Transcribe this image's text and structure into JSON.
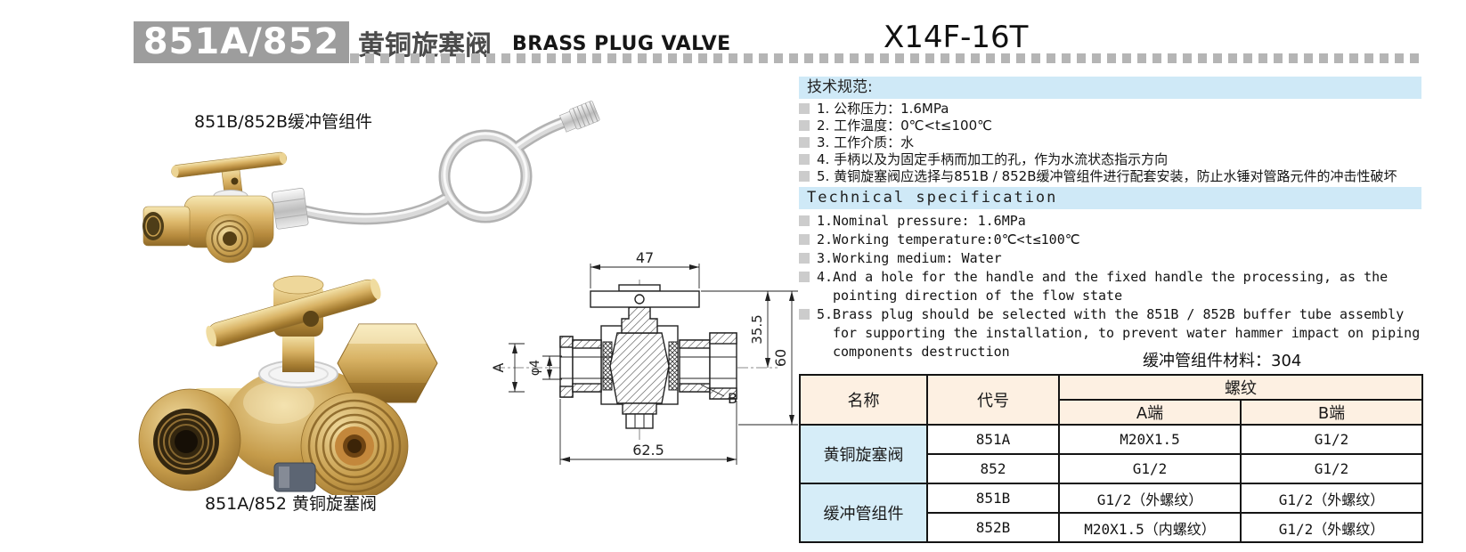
{
  "header": {
    "model_code": "851A/852",
    "title_zh": "黄铜旋塞阀",
    "title_en": "BRASS PLUG VALVE",
    "product_code": "X14F-16T"
  },
  "photos": {
    "buffer_assembly_caption": "851B/852B缓冲管组件",
    "valve_caption": "851A/852 黄铜旋塞阀"
  },
  "drawing": {
    "dim_handle_width": "47",
    "dim_body_width": "62.5",
    "dim_height_to_handle": "35.5",
    "dim_total_height": "60",
    "dim_hole_diameter": "φ4",
    "label_port_a": "A",
    "label_port_b": "B"
  },
  "spec_zh": {
    "heading": "技术规范:",
    "items": [
      "1. 公称压力：1.6MPa",
      "2. 工作温度：0℃<t≤100℃",
      "3. 工作介质：水",
      "4. 手柄以及为固定手柄而加工的孔，作为水流状态指示方向",
      "5. 黄铜旋塞阀应选择与851B / 852B缓冲管组件进行配套安装，防止水锤对管路元件的冲击性破坏"
    ]
  },
  "spec_en": {
    "heading": "Technical specification",
    "items": [
      "1.Nominal pressure: 1.6MPa",
      "2.Working temperature:0℃<t≤100℃",
      "3.Working medium: Water",
      "4.And a hole for the handle and the fixed handle the processing, as the pointing direction of the flow state",
      "5.Brass plug should be selected with the 851B / 852B buffer tube assembly for supporting the installation, to prevent water hammer impact on piping components destruction"
    ]
  },
  "material_note": "缓冲管组件材料：304",
  "table": {
    "col_name": "名称",
    "col_code": "代号",
    "col_thread": "螺纹",
    "col_a_end": "A端",
    "col_b_end": "B端",
    "groups": [
      {
        "name": "黄铜旋塞阀",
        "rows": [
          {
            "code": "851A",
            "a_end": "M20X1.5",
            "b_end": "G1/2"
          },
          {
            "code": "852",
            "a_end": "G1/2",
            "b_end": "G1/2"
          }
        ]
      },
      {
        "name": "缓冲管组件",
        "rows": [
          {
            "code": "851B",
            "a_end": "G1/2（外螺纹）",
            "b_end": "G1/2（外螺纹）"
          },
          {
            "code": "852B",
            "a_end": "M20X1.5（内螺纹）",
            "b_end": "G1/2（外螺纹）"
          }
        ]
      }
    ]
  },
  "colors": {
    "header_box_bg": "#9d9d9d",
    "section_heading_bg": "#cfe9f7",
    "table_header_bg": "#fdf0e2",
    "table_name_bg": "#d6edf8",
    "dotted_line": "#b5b5b5",
    "bullet": "#cccccc",
    "brass": "#c9a24a",
    "chrome": "#c2c2c2"
  }
}
